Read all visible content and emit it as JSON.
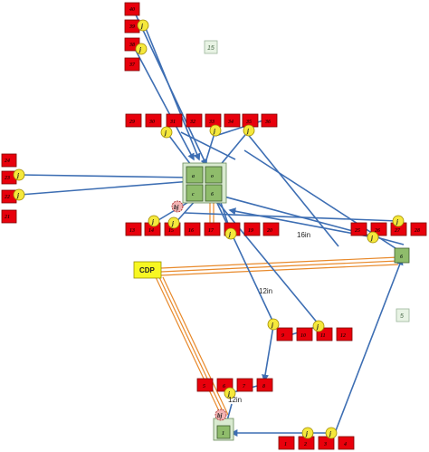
{
  "diagram": {
    "cdp_label": "CDP",
    "distance_labels": [
      "16in",
      "12in",
      "12in"
    ],
    "zone_tags": [
      "15",
      "5"
    ],
    "junction_label": "j",
    "bj_label": "bj",
    "cluster_labels": [
      "a",
      "o",
      "c",
      "6",
      "1"
    ],
    "rack_labels_top_left": [
      "29",
      "30",
      "31",
      "32",
      "33",
      "34",
      "35",
      "36"
    ],
    "rack_labels_mid": [
      "13",
      "14",
      "15",
      "16",
      "17",
      "18",
      "19"
    ],
    "rack_labels_lower": [
      "9",
      "10",
      "11",
      "12"
    ],
    "rack_labels_bottom_mid": [
      "5",
      "6",
      "7",
      "8"
    ],
    "rack_labels_bottom_right": [
      "1",
      "2",
      "3",
      "4"
    ],
    "colors": {
      "rack": "#e8000c",
      "cluster": "#8fbc6b",
      "junction": "#f5e83c",
      "cdp": "#f7f722",
      "link": "#3d6eb3",
      "power": "#e8892a"
    }
  }
}
